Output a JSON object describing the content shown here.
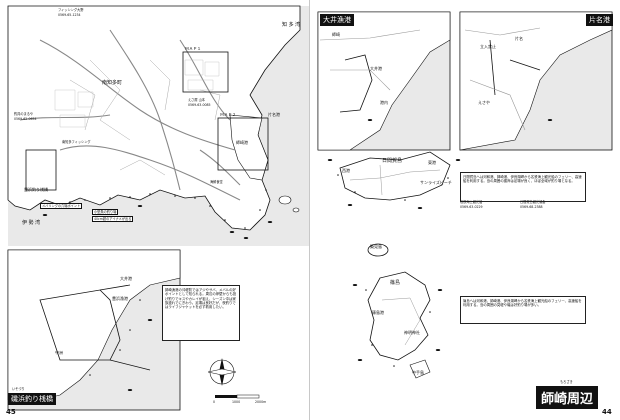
{
  "pages": {
    "left": {
      "page_number": "45",
      "section_label_ruby": "いそづり",
      "section_label": "磯浜釣り桟橋",
      "labels": {
        "sea_top": "知 多 湾",
        "town": "南知多町",
        "sea_left": "伊 勢 湾",
        "inset_box_a": "ＭＡＰ１",
        "inset_box_b": "ＭＡＰ２",
        "port_a": "師崎港",
        "port_b": "片名港",
        "island_note": "豊浜釣り桟橋",
        "callout_1": "メバリングの穴場ポイント",
        "callout_2": "小型魚の釣り場",
        "callout_3": "40cm超のアイナメが出る",
        "harbor_inset_1": "豊浜漁港",
        "harbor_inset_2": "中洲",
        "harbor_inset_3": "大井港"
      },
      "shops": [
        "フィッシング大野",
        "釣具のまるや",
        "えさ屋 山本",
        "南知多フィッシング",
        "海鮮食堂"
      ],
      "phones": [
        "0569-65-1234",
        "0569-62-0654",
        "0569-63-0085"
      ],
      "note_text": "師崎漁港の沖堤防ではアジやサバ、メバルの好ポイントとして知られる。周辺の岸壁からも投げ釣りでキスやカレイが狙え、シーズン中は家族連れでにぎわう。足場は良好だが、夜釣りではライフジャケットを必ず着用したい。",
      "scale": {
        "start": "0",
        "mid": "1000",
        "end": "2000m"
      }
    },
    "right": {
      "page_number": "44",
      "title_ruby": "もろざき",
      "title": "師崎周辺",
      "inset_1_title": "大井漁港",
      "inset_2_title": "片名港",
      "inset_1_labels": {
        "a": "大井港",
        "b": "師崎",
        "c": "港内"
      },
      "inset_2_labels": {
        "a": "片名",
        "b": "立入禁止",
        "c": "えさや"
      },
      "island_1": {
        "name": "日間賀島",
        "labels": {
          "north": "日間賀島",
          "port": "西港",
          "east": "東港",
          "beach": "サンライズビーチ"
        },
        "note": "日間賀島へは河和港、師崎港、伊良湖岬から名鉄海上観光船のフェリー、高速船を利用する。島の周囲の護岸は足場が良く、ほぼ全域が釣り場となる。"
      },
      "island_2": {
        "name": "篠島",
        "labels": {
          "north": "篠島",
          "port": "篠島港",
          "east": "神明神社",
          "south": "中手島"
        },
        "note": "篠島へは河和港、師崎港、伊良湖岬から名鉄海上観光船のフェリー、高速船を利用する。島の周囲の突堤や磯は好釣り場が多い。"
      },
      "small_island": "築見島",
      "contacts": [
        "名鉄海上観光船",
        "0569-63-0229",
        "日間賀島観光協会",
        "0569-68-2388"
      ]
    }
  },
  "colors": {
    "land": "#ffffff",
    "sea": "#e8e8e8",
    "ink": "#111111",
    "road": "#9a9a9a"
  }
}
